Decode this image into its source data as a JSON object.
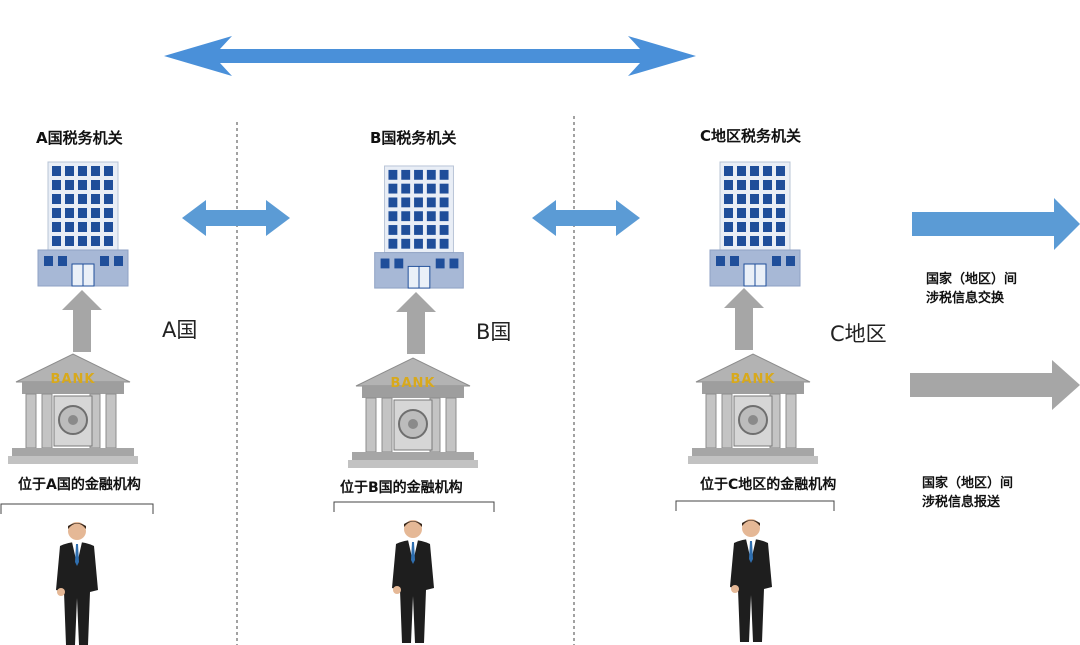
{
  "columns": [
    {
      "authority": "A国税务机关",
      "country": "A国",
      "institution": "位于A国的金融机构",
      "bank_sign": "BANK"
    },
    {
      "authority": "B国税务机关",
      "country": "B国",
      "institution": "位于B国的金融机构",
      "bank_sign": "BANK"
    },
    {
      "authority": "C地区税务机关",
      "country": "C地区",
      "institution": "位于C地区的金融机构",
      "bank_sign": "BANK"
    }
  ],
  "legend": {
    "exchange_line1": "国家（地区）间",
    "exchange_line2": "涉税信息交换",
    "report_line1": "国家（地区）间",
    "report_line2": "涉税信息报送"
  },
  "colors": {
    "exchange_arrow": "#5b9bd5",
    "report_arrow": "#a6a6a6",
    "building": "#1f4e9a"
  }
}
